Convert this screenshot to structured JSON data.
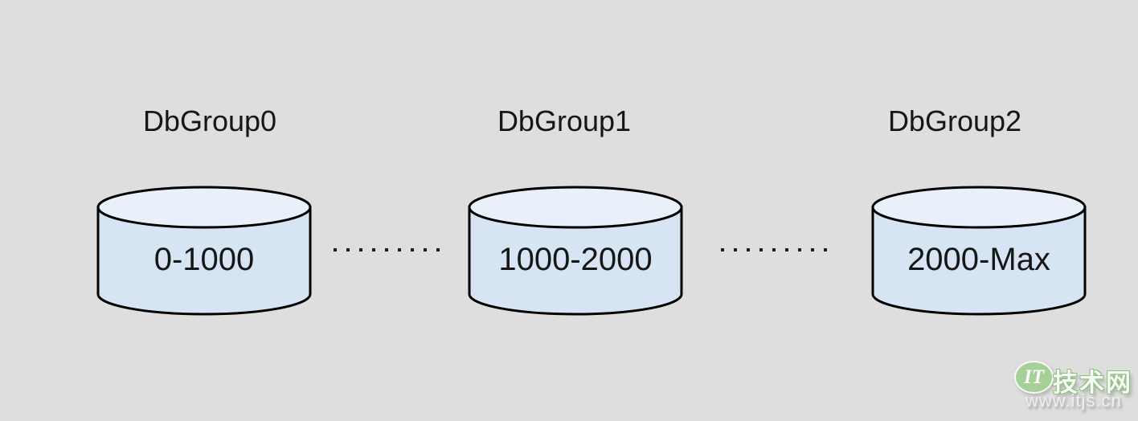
{
  "diagram": {
    "type": "database-sharding-groups",
    "background_color": "#dedede",
    "cylinder_body_color": "#d6e4f4",
    "cylinder_top_color": "#e9f0f9",
    "outline_color": "#000000",
    "connector_dot_color": "#1c1c1c"
  },
  "groups": [
    {
      "name": "DbGroup0",
      "range": "0-1000"
    },
    {
      "name": "DbGroup1",
      "range": "1000-2000"
    },
    {
      "name": "DbGroup2",
      "range": "2000-Max"
    }
  ],
  "watermark": {
    "logo_text": "IT",
    "site_name": "技术网",
    "site_url": "www.itjs.cn",
    "logo_green": "#a7cf98",
    "outline_green": "#8bc17c"
  }
}
